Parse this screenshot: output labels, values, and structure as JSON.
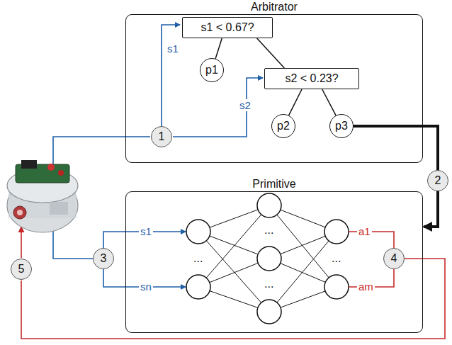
{
  "diagram": {
    "nodes": [
      {
        "text": [
          "Arbitrator"
        ]
      },
      {
        "text": [
          "s1 < 0.67?"
        ],
        "in": 0
      },
      {
        "text": [
          "p1"
        ],
        "in": 0
      },
      {
        "text": [
          "s2 < 0.23?"
        ],
        "in": 0
      },
      {
        "text": [
          "p2"
        ],
        "in": 0
      },
      {
        "text": [
          "p3"
        ],
        "in": 0
      },
      {
        "text": [
          "Primitive"
        ]
      }
    ],
    "edges": [
      {
        "from": 1,
        "to": 2,
        "arrow": "none"
      },
      {
        "from": 1,
        "to": 3,
        "arrow": "none"
      },
      {
        "from": 3,
        "to": 4,
        "arrow": "none"
      },
      {
        "from": 3,
        "to": 5,
        "arrow": "none"
      },
      {
        "from": 5,
        "to": 6,
        "arrow": "to"
      }
    ],
    "labels": [
      "s1",
      "s2",
      "1",
      "2",
      "s1",
      "...",
      "sn",
      "...",
      "...",
      "...",
      "a1",
      "am",
      "3",
      "4",
      "5"
    ]
  }
}
